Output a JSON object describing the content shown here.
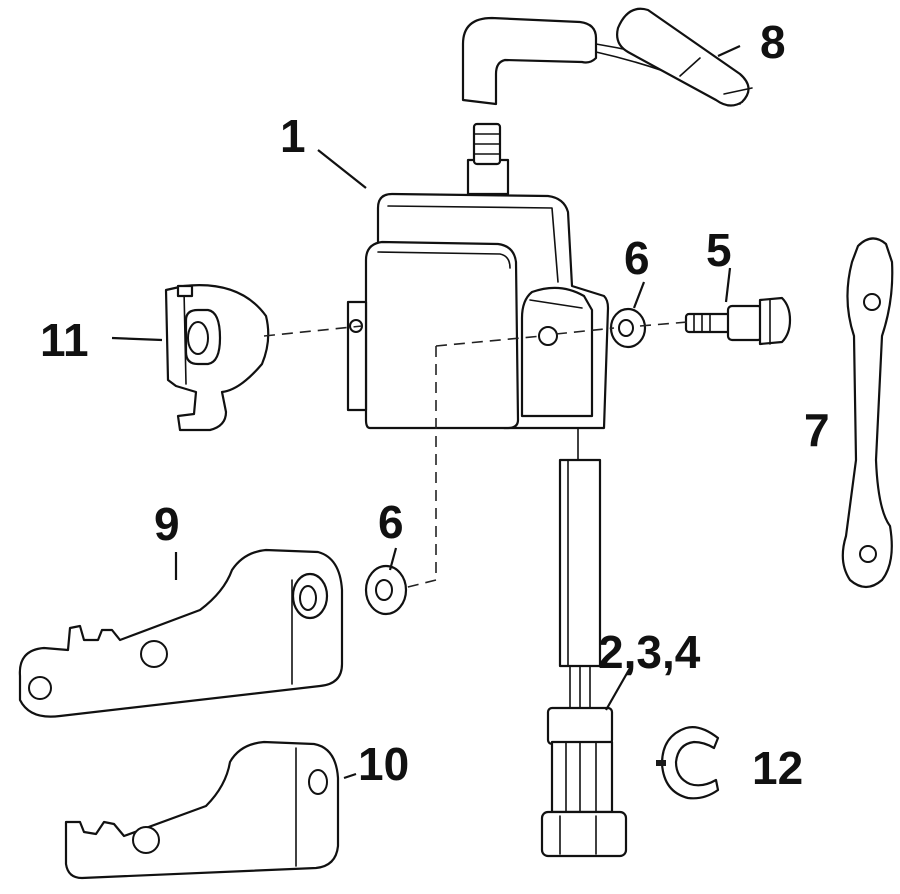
{
  "diagram": {
    "callouts": {
      "c1": "1",
      "c234": "2,3,4",
      "c5": "5",
      "c6a": "6",
      "c6b": "6",
      "c7": "7",
      "c8": "8",
      "c9": "9",
      "c10": "10",
      "c11": "11",
      "c12": "12"
    }
  }
}
